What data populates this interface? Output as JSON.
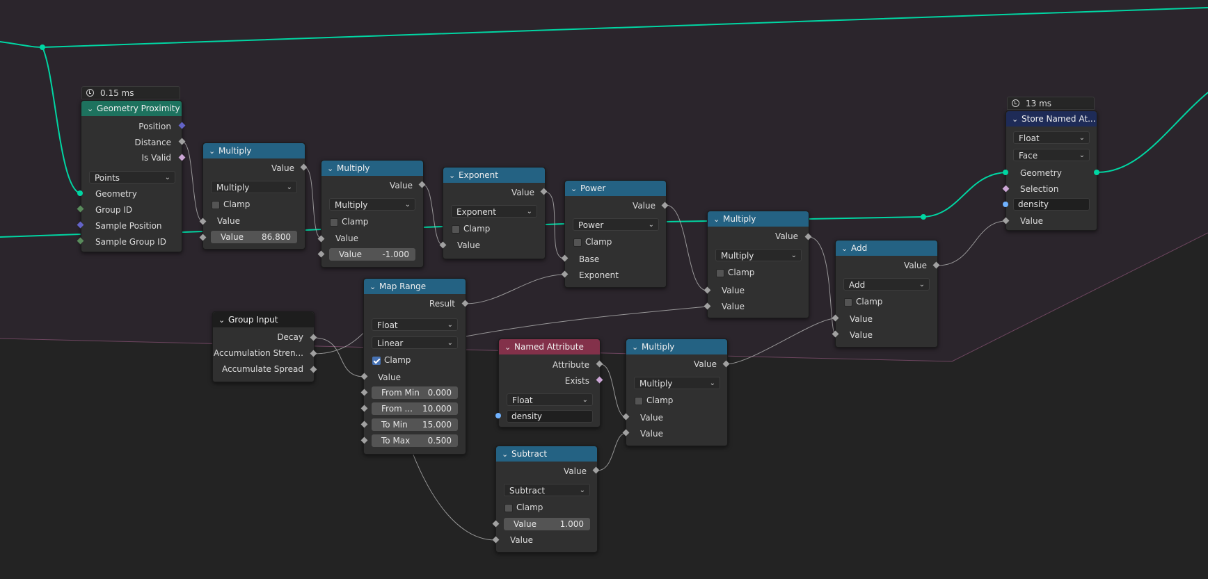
{
  "colors": {
    "geometry_socket": "#00d6a3",
    "float_socket": "#a1a1a1",
    "vector_socket": "#6363c7",
    "boolean_socket": "#cca6d6",
    "integer_socket": "#598c5c",
    "string_socket": "#70b2ff",
    "math_header": "#246283",
    "geometry_header": "#1d725e",
    "attribute_header": "#83314a",
    "store_header": "#1e2b57",
    "background": "#232323"
  },
  "icons": {
    "timing": "stopwatch-icon",
    "collapse": "chevron-down-icon",
    "dropdown": "chevron-down-icon"
  },
  "nodes": {
    "geometry_proximity": {
      "timing": "0.15 ms",
      "title": "Geometry Proximity",
      "out_position": "Position",
      "out_distance": "Distance",
      "out_is_valid": "Is Valid",
      "mode": "Points",
      "in_geometry": "Geometry",
      "in_group_id": "Group ID",
      "in_sample_position": "Sample Position",
      "in_sample_group_id": "Sample Group ID"
    },
    "multiply1": {
      "title": "Multiply",
      "out": "Value",
      "op": "Multiply",
      "clamp": "Clamp",
      "in1": "Value",
      "in2_label": "Value",
      "in2_value": "86.800"
    },
    "multiply2": {
      "title": "Multiply",
      "out": "Value",
      "op": "Multiply",
      "clamp": "Clamp",
      "in1": "Value",
      "in2_label": "Value",
      "in2_value": "-1.000"
    },
    "exponent": {
      "title": "Exponent",
      "out": "Value",
      "op": "Exponent",
      "clamp": "Clamp",
      "in1": "Value"
    },
    "power": {
      "title": "Power",
      "out": "Value",
      "op": "Power",
      "clamp": "Clamp",
      "in_base": "Base",
      "in_exponent": "Exponent"
    },
    "multiply3": {
      "title": "Multiply",
      "out": "Value",
      "op": "Multiply",
      "clamp": "Clamp",
      "in1": "Value",
      "in2": "Value"
    },
    "add": {
      "title": "Add",
      "out": "Value",
      "op": "Add",
      "clamp": "Clamp",
      "in1": "Value",
      "in2": "Value"
    },
    "store_named": {
      "timing": "13 ms",
      "title": "Store Named At...",
      "data_type": "Float",
      "domain": "Face",
      "in_geometry": "Geometry",
      "in_selection": "Selection",
      "name": "density",
      "in_value": "Value"
    },
    "group_input": {
      "title": "Group Input",
      "out_decay": "Decay",
      "out_accum_strength": "Accumulation Stren...",
      "out_accum_spread": "Accumulate Spread"
    },
    "map_range": {
      "title": "Map Range",
      "out_result": "Result",
      "data_type": "Float",
      "interp": "Linear",
      "clamp": "Clamp",
      "clamp_on": true,
      "in_value": "Value",
      "from_min_label": "From Min",
      "from_min": "0.000",
      "from_max_label": "From ...",
      "from_max": "10.000",
      "to_min_label": "To Min",
      "to_min": "15.000",
      "to_max_label": "To Max",
      "to_max": "0.500"
    },
    "named_attribute": {
      "title": "Named Attribute",
      "out_attribute": "Attribute",
      "out_exists": "Exists",
      "data_type": "Float",
      "name": "density"
    },
    "multiply4": {
      "title": "Multiply",
      "out": "Value",
      "op": "Multiply",
      "clamp": "Clamp",
      "in1": "Value",
      "in2": "Value"
    },
    "subtract": {
      "title": "Subtract",
      "out": "Value",
      "op": "Subtract",
      "clamp": "Clamp",
      "in1_label": "Value",
      "in1_value": "1.000",
      "in2": "Value"
    }
  }
}
